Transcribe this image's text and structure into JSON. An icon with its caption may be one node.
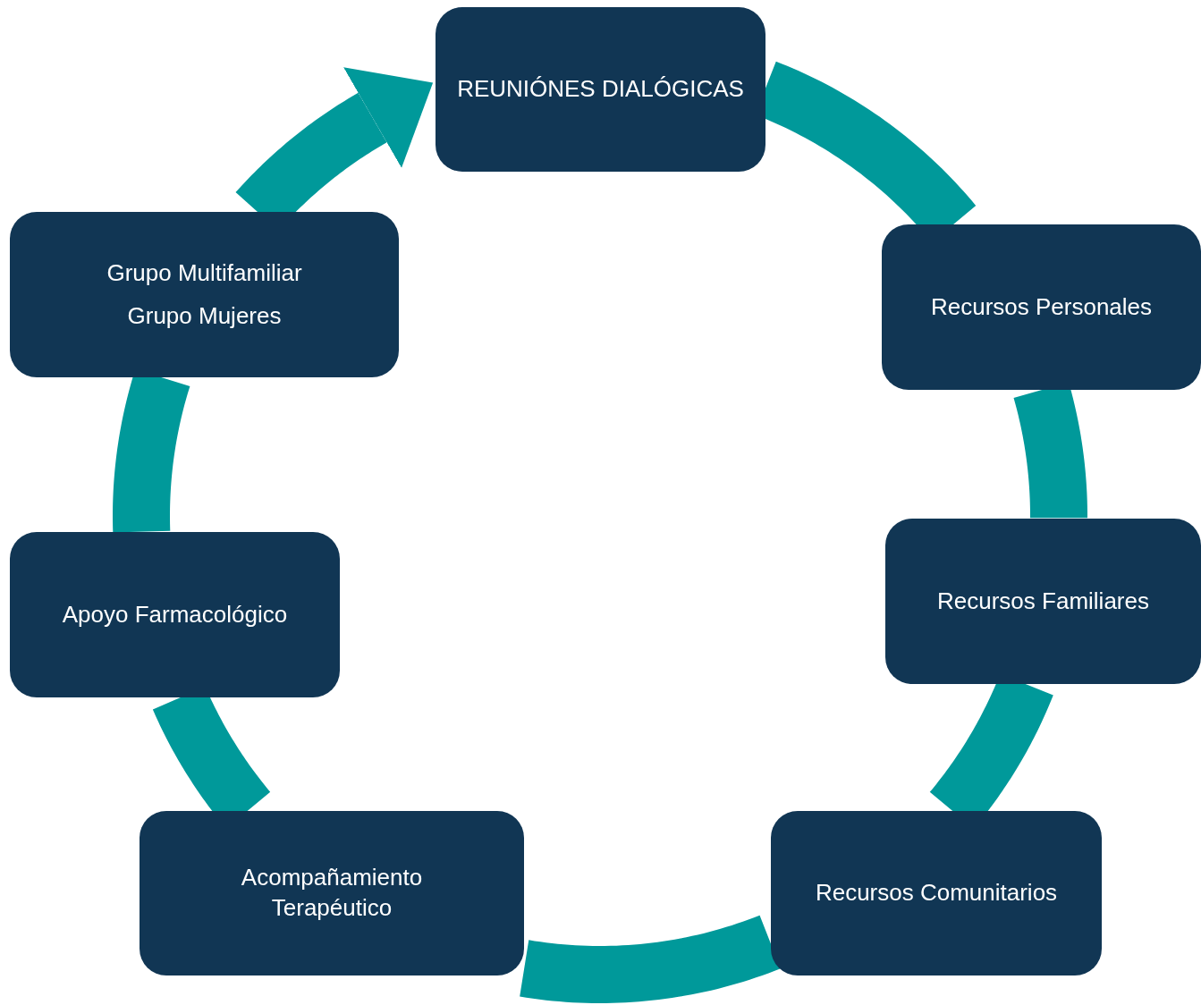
{
  "diagram": {
    "nodes": [
      {
        "text": [
          "REUNIÓNES DIALÓGICAS"
        ]
      },
      {
        "text": [
          "Recursos Personales"
        ]
      },
      {
        "text": [
          "Recursos Familiares"
        ]
      },
      {
        "text": [
          "Recursos Comunitarios"
        ]
      },
      {
        "text": [
          "Acompañamiento Terapéutico"
        ]
      },
      {
        "text": [
          "Apoyo Farmacológico"
        ]
      },
      {
        "text": [
          "Grupo Multifamiliar",
          "Grupo Mujeres"
        ]
      }
    ],
    "edges": [
      {
        "from": 0,
        "to": 1,
        "arrow": "none"
      },
      {
        "from": 1,
        "to": 2,
        "arrow": "none"
      },
      {
        "from": 2,
        "to": 3,
        "arrow": "none"
      },
      {
        "from": 3,
        "to": 4,
        "arrow": "none"
      },
      {
        "from": 4,
        "to": 5,
        "arrow": "none"
      },
      {
        "from": 5,
        "to": 6,
        "arrow": "none"
      },
      {
        "from": 6,
        "to": 0,
        "arrow": "to"
      }
    ]
  }
}
